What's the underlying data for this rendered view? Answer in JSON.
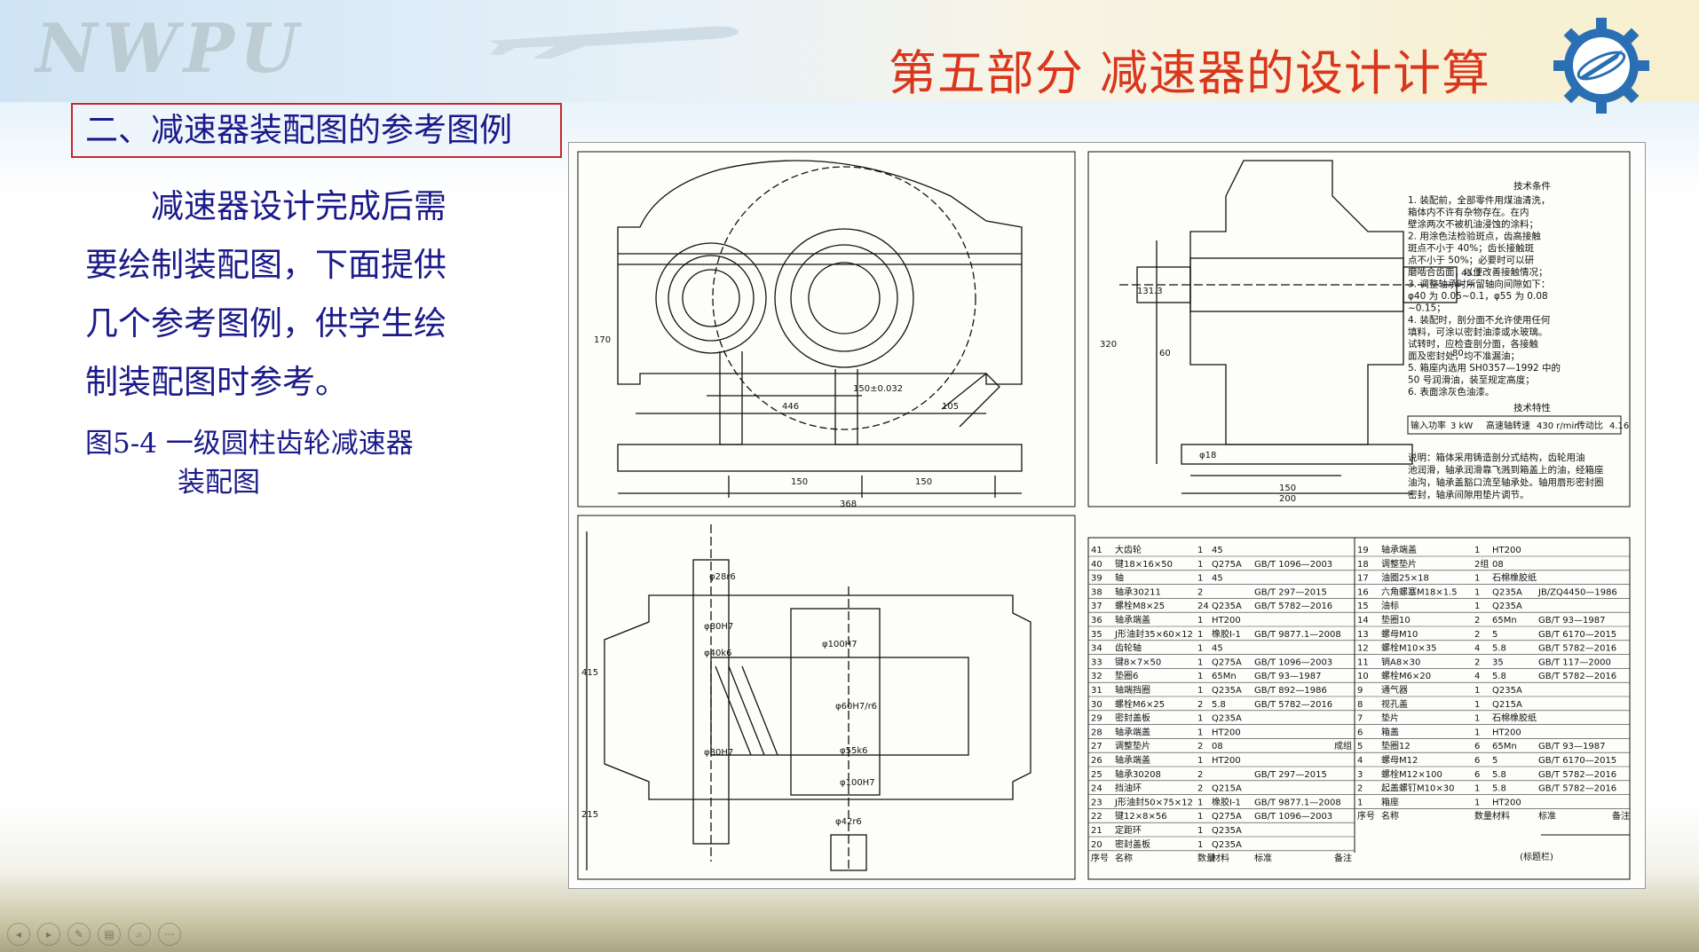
{
  "header": {
    "watermark": "NWPU",
    "title": "第五部分  减速器的设计计算"
  },
  "section": {
    "title": "二、减速器装配图的参考图例"
  },
  "body": {
    "paragraph_lines": [
      "　　减速器设计完成后需",
      "要绘制装配图，下面提供",
      "几个参考图例，供学生绘",
      "制装配图时参考。"
    ]
  },
  "caption": {
    "line1": "图5-4 一级圆柱齿轮减速器",
    "line2": "装配图"
  },
  "drawing": {
    "dims_front": [
      "446",
      "150±0.032",
      "105",
      "150",
      "150",
      "368",
      "170"
    ],
    "dims_side": [
      "320",
      "60",
      "80",
      "150",
      "200",
      "131.3",
      "45.3",
      "φ18"
    ],
    "dims_top": [
      "φ28r6",
      "φ80H7",
      "φ40k6",
      "φ100H7",
      "φ60H7/r6",
      "φ55k6",
      "φ100H7",
      "φ42r6",
      "φ80H7",
      "415",
      "215"
    ],
    "tech_title": "技术条件",
    "tech_lines": [
      "1. 装配前，全部零件用煤油清洗，",
      "   箱体内不许有杂物存在。在内",
      "   壁涂两次不被机油浸蚀的涂料；",
      "2. 用涂色法检验斑点，齿高接触",
      "   斑点不小于 40%；齿长接触斑",
      "   点不小于 50%；必要时可以研",
      "   磨啮合齿面，以便改善接触情况；",
      "3. 调整轴承时所留轴向间隙如下：",
      "   φ40 为 0.05~0.1，φ55 为 0.08",
      "   ~0.15；",
      "4. 装配时，剖分面不允许使用任何",
      "   填料，可涂以密封油漆或水玻璃。",
      "   试转时，应检查剖分面，各接触",
      "   面及密封处，均不准漏油；",
      "5. 箱座内选用 SH0357—1992 中的",
      "   50 号润滑油，装至规定高度；",
      "6. 表面涂灰色油漆。"
    ],
    "spec_title": "技术特性",
    "spec_row": [
      "输入功率",
      "3 kW",
      "高速轴转速",
      "430 r/min",
      "传动比",
      "4.16"
    ],
    "note": [
      "说明：箱体采用铸造剖分式结构，齿轮用油",
      "池润滑，轴承润滑靠飞溅到箱盖上的油，经箱座",
      "油沟，轴承盖豁口流至轴承处。轴用唇形密封圈",
      "密封，轴承间隙用垫片调节。"
    ],
    "bom_left": [
      [
        "41",
        "大齿轮",
        "1",
        "45",
        "",
        ""
      ],
      [
        "40",
        "键18×16×50",
        "1",
        "Q275A",
        "GB/T 1096—2003",
        ""
      ],
      [
        "39",
        "轴",
        "1",
        "45",
        "",
        ""
      ],
      [
        "38",
        "轴承30211",
        "2",
        "",
        "GB/T 297—2015",
        ""
      ],
      [
        "37",
        "螺栓M8×25",
        "24",
        "Q235A",
        "GB/T 5782—2016",
        ""
      ],
      [
        "36",
        "轴承端盖",
        "1",
        "HT200",
        "",
        ""
      ],
      [
        "35",
        "J形油封35×60×12",
        "1",
        "橡胶I-1",
        "GB/T 9877.1—2008",
        ""
      ],
      [
        "34",
        "齿轮轴",
        "1",
        "45",
        "",
        ""
      ],
      [
        "33",
        "键8×7×50",
        "1",
        "Q275A",
        "GB/T 1096—2003",
        ""
      ],
      [
        "32",
        "垫圈6",
        "1",
        "65Mn",
        "GB/T 93—1987",
        ""
      ],
      [
        "31",
        "轴端挡圈",
        "1",
        "Q235A",
        "GB/T 892—1986",
        ""
      ],
      [
        "30",
        "螺栓M6×25",
        "2",
        "5.8",
        "GB/T 5782—2016",
        ""
      ],
      [
        "29",
        "密封盖板",
        "1",
        "Q235A",
        "",
        ""
      ],
      [
        "28",
        "轴承端盖",
        "1",
        "HT200",
        "",
        ""
      ],
      [
        "27",
        "调整垫片",
        "2",
        "08",
        "",
        "成组"
      ],
      [
        "26",
        "轴承端盖",
        "1",
        "HT200",
        "",
        ""
      ],
      [
        "25",
        "轴承30208",
        "2",
        "",
        "GB/T 297—2015",
        ""
      ],
      [
        "24",
        "挡油环",
        "2",
        "Q215A",
        "",
        ""
      ],
      [
        "23",
        "J形油封50×75×12",
        "1",
        "橡胶I-1",
        "GB/T 9877.1—2008",
        ""
      ],
      [
        "22",
        "键12×8×56",
        "1",
        "Q275A",
        "GB/T 1096—2003",
        ""
      ],
      [
        "21",
        "定距环",
        "1",
        "Q235A",
        "",
        ""
      ],
      [
        "20",
        "密封盖板",
        "1",
        "Q235A",
        "",
        ""
      ]
    ],
    "bom_right": [
      [
        "19",
        "轴承端盖",
        "1",
        "HT200",
        "",
        ""
      ],
      [
        "18",
        "调整垫片",
        "2组",
        "08",
        "",
        ""
      ],
      [
        "17",
        "油圈25×18",
        "1",
        "石棉橡胶纸",
        "",
        ""
      ],
      [
        "16",
        "六角螺塞M18×1.5",
        "1",
        "Q235A",
        "JB/ZQ4450—1986",
        ""
      ],
      [
        "15",
        "油标",
        "1",
        "Q235A",
        "",
        ""
      ],
      [
        "14",
        "垫圈10",
        "2",
        "65Mn",
        "GB/T 93—1987",
        ""
      ],
      [
        "13",
        "螺母M10",
        "2",
        "5",
        "GB/T 6170—2015",
        ""
      ],
      [
        "12",
        "螺栓M10×35",
        "4",
        "5.8",
        "GB/T 5782—2016",
        ""
      ],
      [
        "11",
        "销A8×30",
        "2",
        "35",
        "GB/T 117—2000",
        ""
      ],
      [
        "10",
        "螺栓M6×20",
        "4",
        "5.8",
        "GB/T 5782—2016",
        ""
      ],
      [
        "9",
        "通气器",
        "1",
        "Q235A",
        "",
        ""
      ],
      [
        "8",
        "视孔盖",
        "1",
        "Q215A",
        "",
        ""
      ],
      [
        "7",
        "垫片",
        "1",
        "石棉橡胶纸",
        "",
        ""
      ],
      [
        "6",
        "箱盖",
        "1",
        "HT200",
        "",
        ""
      ],
      [
        "5",
        "垫圈12",
        "6",
        "65Mn",
        "GB/T 93—1987",
        ""
      ],
      [
        "4",
        "螺母M12",
        "6",
        "5",
        "GB/T 6170—2015",
        ""
      ],
      [
        "3",
        "螺栓M12×100",
        "6",
        "5.8",
        "GB/T 5782—2016",
        ""
      ],
      [
        "2",
        "起盖螺钉M10×30",
        "1",
        "5.8",
        "GB/T 5782—2016",
        ""
      ],
      [
        "1",
        "箱座",
        "1",
        "HT200",
        "",
        ""
      ]
    ],
    "bom_header_left": [
      "序号",
      "名称",
      "数量",
      "材料",
      "标准",
      "备注"
    ],
    "bom_header_right": [
      "序号",
      "名称",
      "数量",
      "材料",
      "标准",
      "备注"
    ],
    "title_block": "(标题栏)"
  },
  "nav": {
    "buttons": [
      "◂",
      "▸",
      "✎",
      "▤",
      "⌕",
      "⋯"
    ]
  }
}
